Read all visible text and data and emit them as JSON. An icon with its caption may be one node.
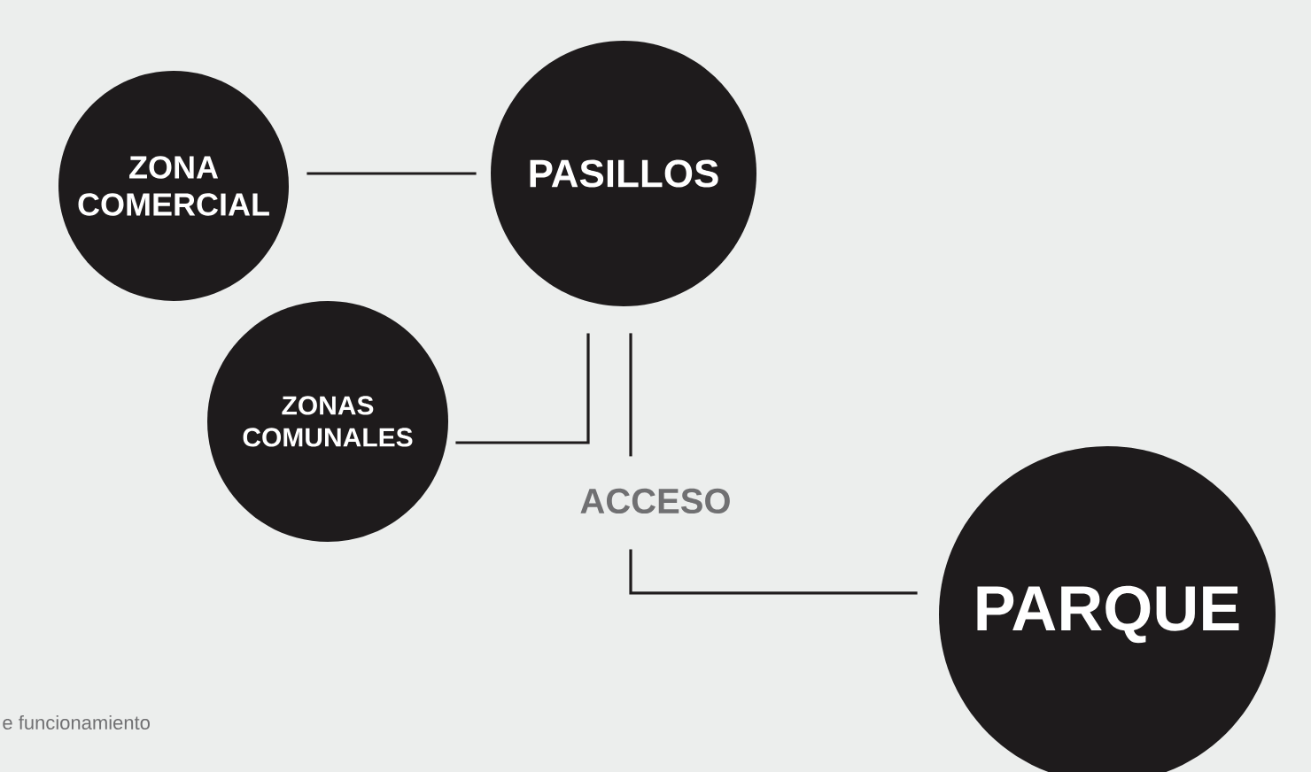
{
  "diagram": {
    "nodes": [
      {
        "text": [
          "ZONA COMERCIAL"
        ]
      },
      {
        "text": [
          "PASILLOS"
        ]
      },
      {
        "text": [
          "ZONAS COMUNALES"
        ]
      },
      {
        "text": [
          "ACCESO"
        ]
      },
      {
        "text": [
          "PARQUE"
        ]
      }
    ],
    "edges": [
      {
        "from": 0,
        "to": 1,
        "arrow": "none"
      },
      {
        "from": 2,
        "to": 1,
        "arrow": "none"
      },
      {
        "from": 1,
        "to": 3,
        "arrow": "none"
      },
      {
        "from": 3,
        "to": 4,
        "arrow": "none"
      }
    ],
    "labels": [
      "e funcionamiento"
    ]
  }
}
